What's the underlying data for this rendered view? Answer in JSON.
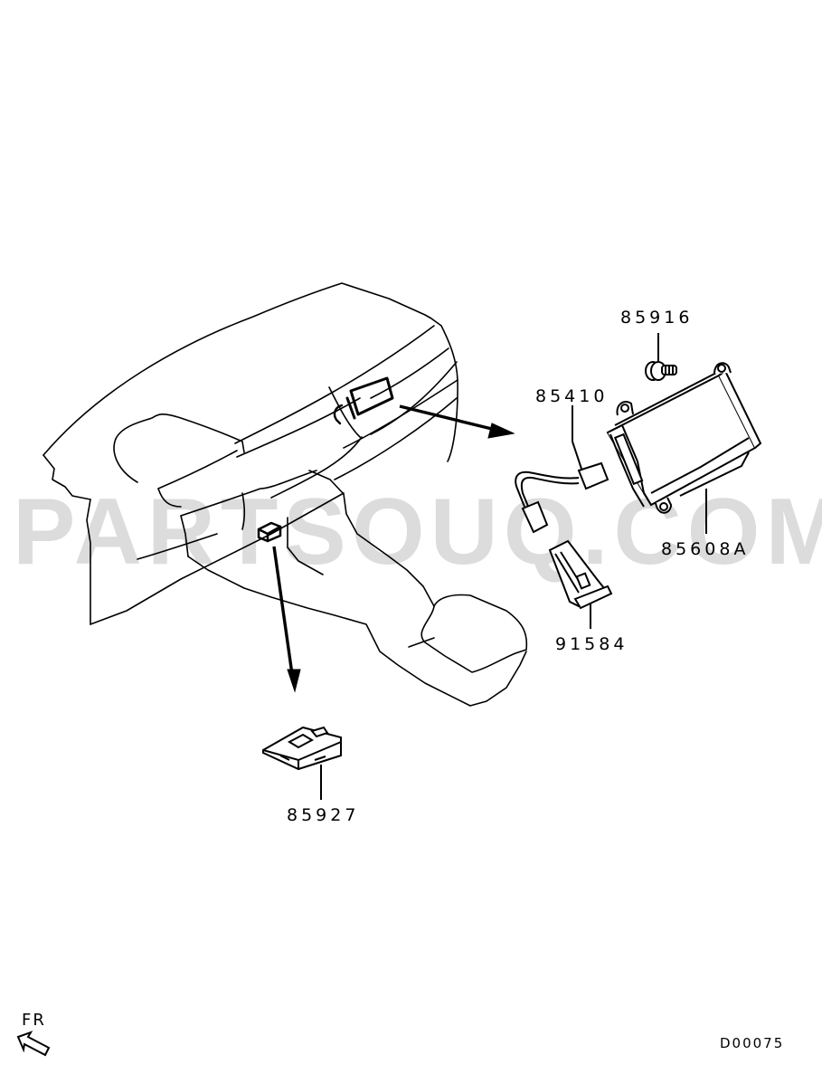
{
  "watermark": {
    "text": "PARTSOUQ.COM",
    "color": "#dcdcdc"
  },
  "callouts": [
    {
      "id": "85916",
      "label": "85916",
      "part": "bolt"
    },
    {
      "id": "85410",
      "label": "85410",
      "part": "wiring harness"
    },
    {
      "id": "85608A",
      "label": "85608A",
      "part": "control unit"
    },
    {
      "id": "91584",
      "label": "91584",
      "part": "connector socket"
    },
    {
      "id": "85927",
      "label": "85927",
      "part": "switch module"
    }
  ],
  "orientation": {
    "label": "FR",
    "icon": "front-direction-arrow-icon"
  },
  "diagram_code": "D00075",
  "colors": {
    "line": "#000000",
    "background": "#ffffff"
  }
}
